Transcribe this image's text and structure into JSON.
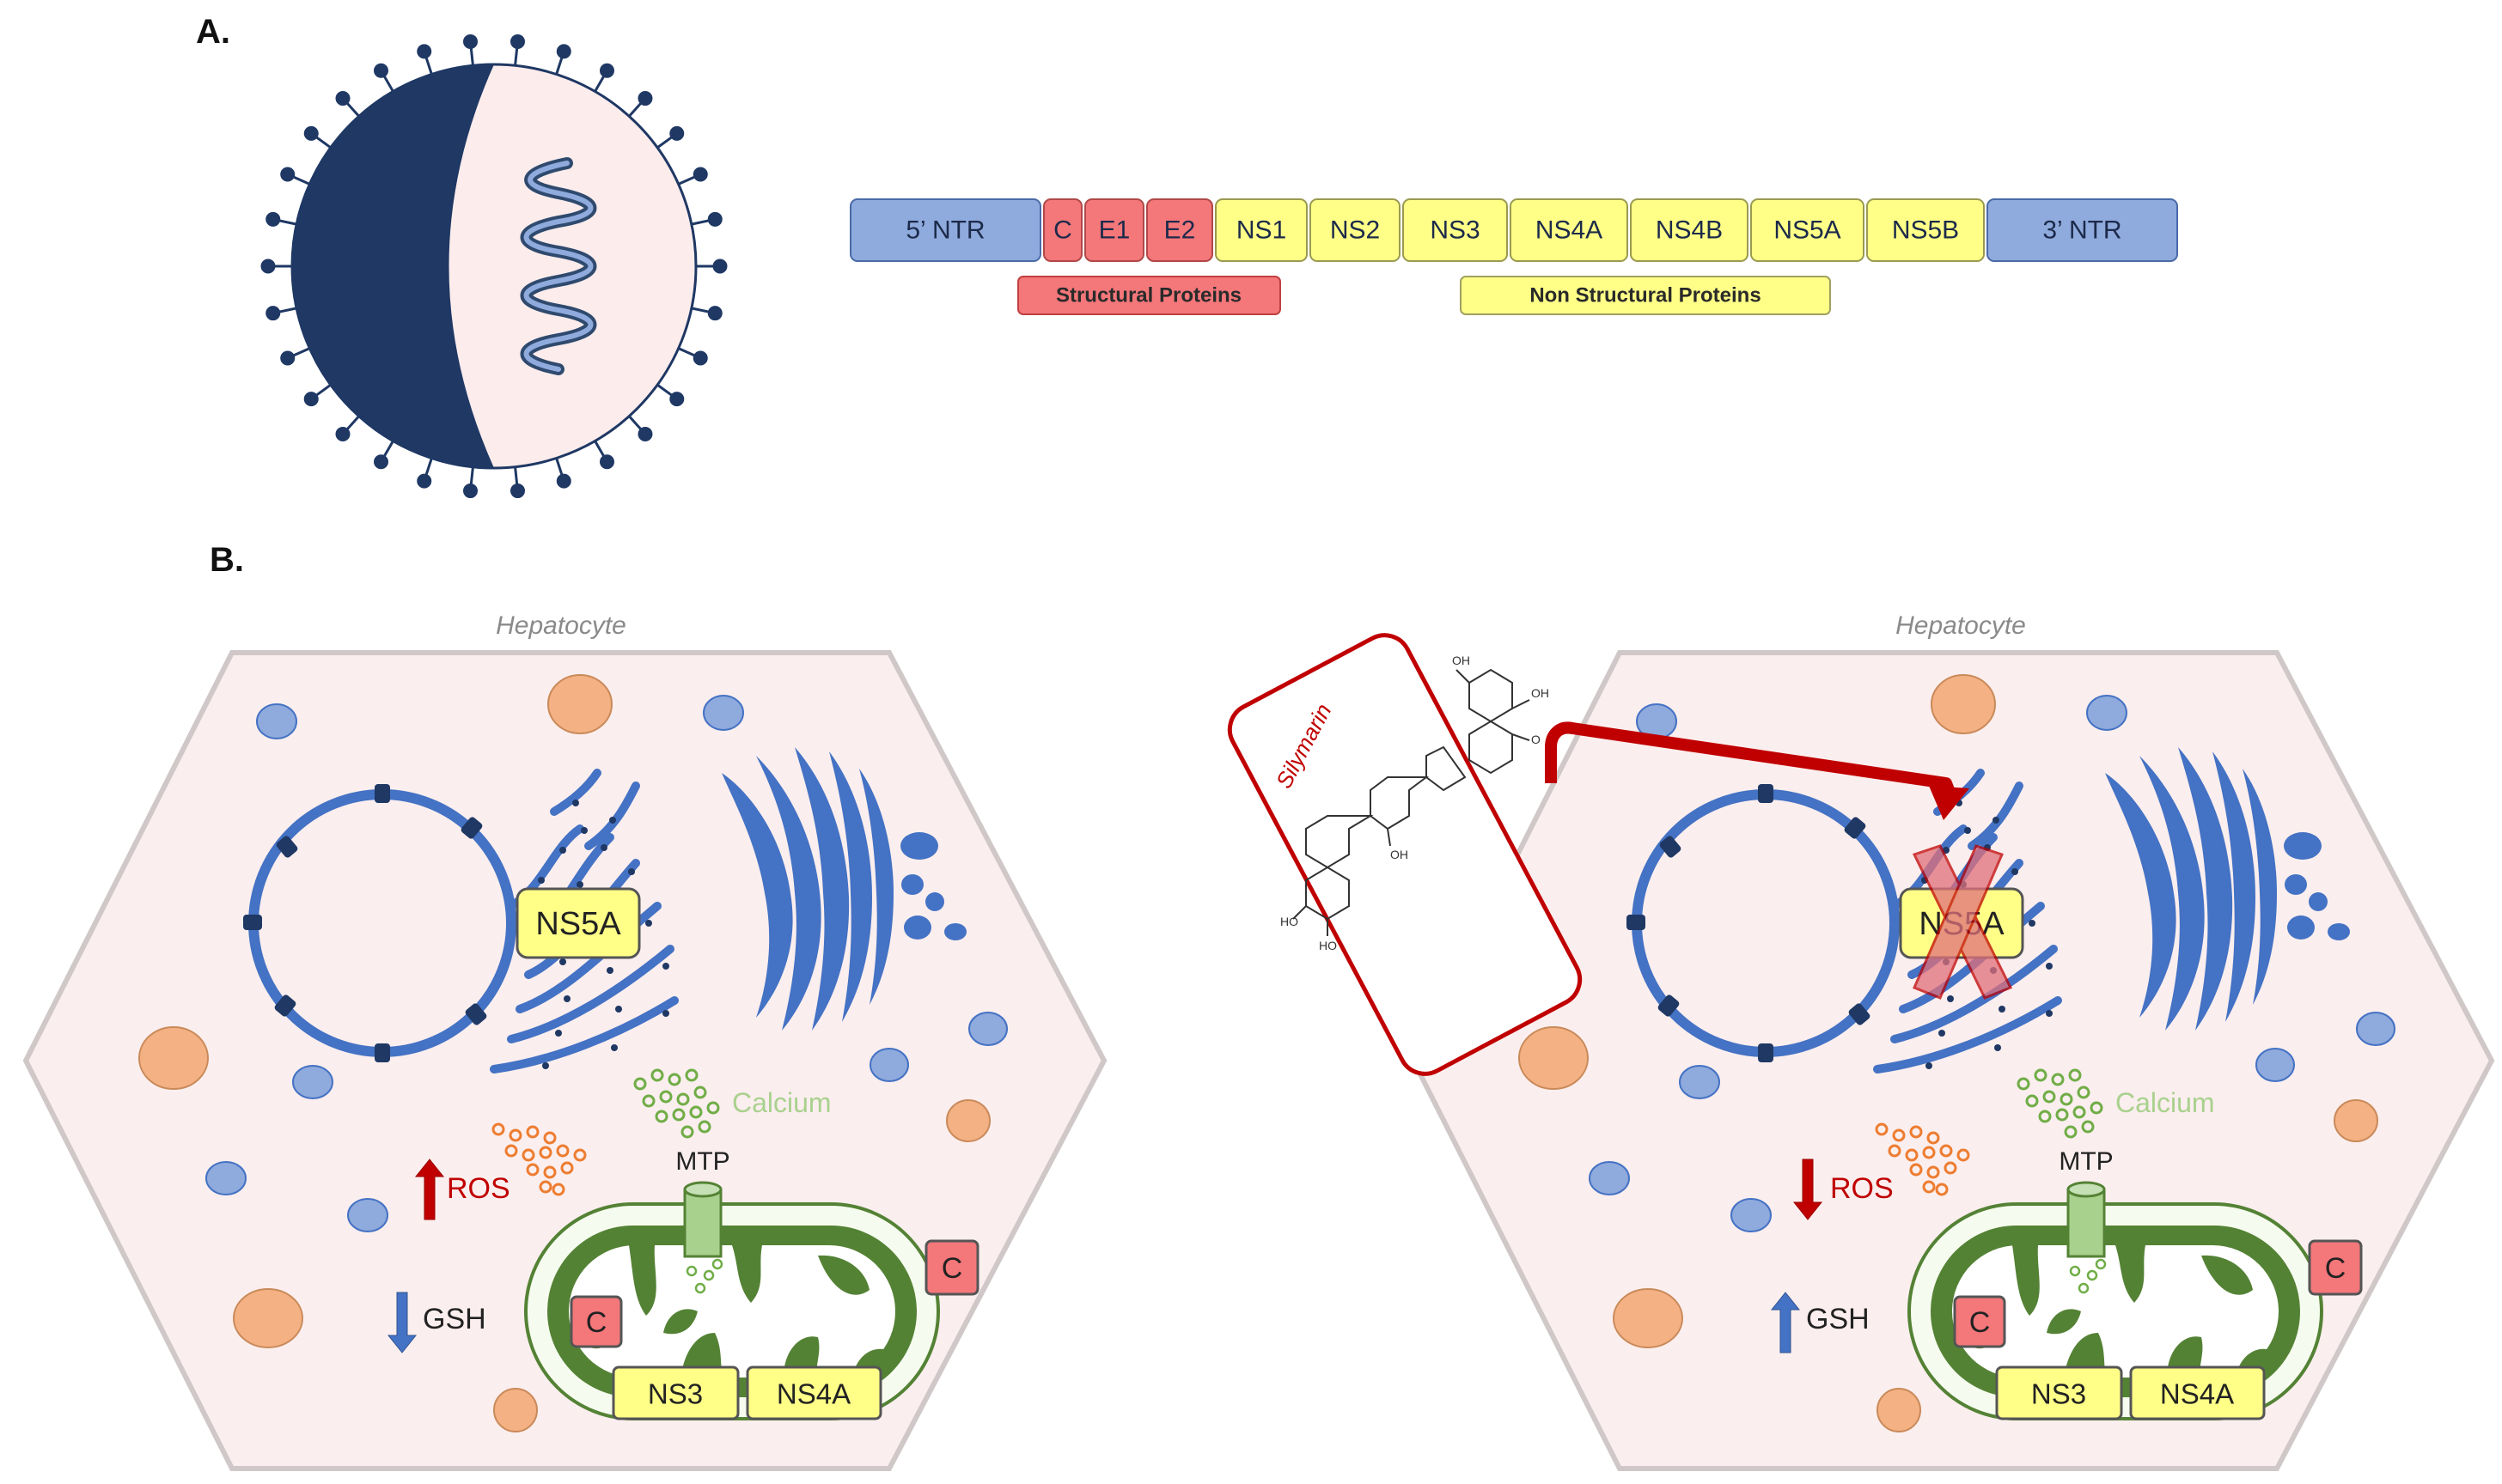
{
  "panel_a": {
    "label": "A.",
    "genome": {
      "segments": [
        {
          "label": "5’ NTR",
          "kind": "ntr"
        },
        {
          "label": "C",
          "kind": "structural"
        },
        {
          "label": "E1",
          "kind": "structural"
        },
        {
          "label": "E2",
          "kind": "structural"
        },
        {
          "label": "NS1",
          "kind": "nonstructural"
        },
        {
          "label": "NS2",
          "kind": "nonstructural"
        },
        {
          "label": "NS3",
          "kind": "nonstructural"
        },
        {
          "label": "NS4A",
          "kind": "nonstructural"
        },
        {
          "label": "NS4B",
          "kind": "nonstructural"
        },
        {
          "label": "NS5A",
          "kind": "nonstructural"
        },
        {
          "label": "NS5B",
          "kind": "nonstructural"
        },
        {
          "label": "3’ NTR",
          "kind": "ntr"
        }
      ],
      "structural_label": "Structural Proteins",
      "nonstructural_label": "Non Structural Proteins"
    }
  },
  "panel_b": {
    "label": "B.",
    "left_cell": {
      "title": "Hepatocyte",
      "ns5a": "NS5A",
      "ros": "ROS",
      "ros_direction": "up",
      "gsh": "GSH",
      "gsh_direction": "down",
      "calcium": "Calcium",
      "mtp": "MTP",
      "c_label": "C",
      "ns3": "NS3",
      "ns4a": "NS4A"
    },
    "right_cell": {
      "title": "Hepatocyte",
      "ns5a": "NS5A",
      "ns5a_blocked": true,
      "ros": "ROS",
      "ros_direction": "down",
      "gsh": "GSH",
      "gsh_direction": "up",
      "calcium": "Calcium",
      "mtp": "MTP",
      "c_label": "C",
      "ns3": "NS3",
      "ns4a": "NS4A"
    },
    "drug": {
      "name": "Silymarin",
      "structure_labels": [
        "OH",
        "OH",
        "O",
        "OH",
        "HO",
        "HO"
      ]
    }
  },
  "colors": {
    "ntr": "#8faadc",
    "structural": "#f4777a",
    "nonstructural": "#ffff88",
    "virus_dark": "#1f3864",
    "virus_light": "#fcecec",
    "cell_fill": "#fbeeee",
    "cell_border": "#d0c8c8",
    "er_blue": "#4472c4",
    "mito_green": "#548235",
    "lipid": "#f4b183",
    "calcium": "#a9d18e",
    "drug_red": "#c00000",
    "blocked_x": "#e0707a"
  }
}
